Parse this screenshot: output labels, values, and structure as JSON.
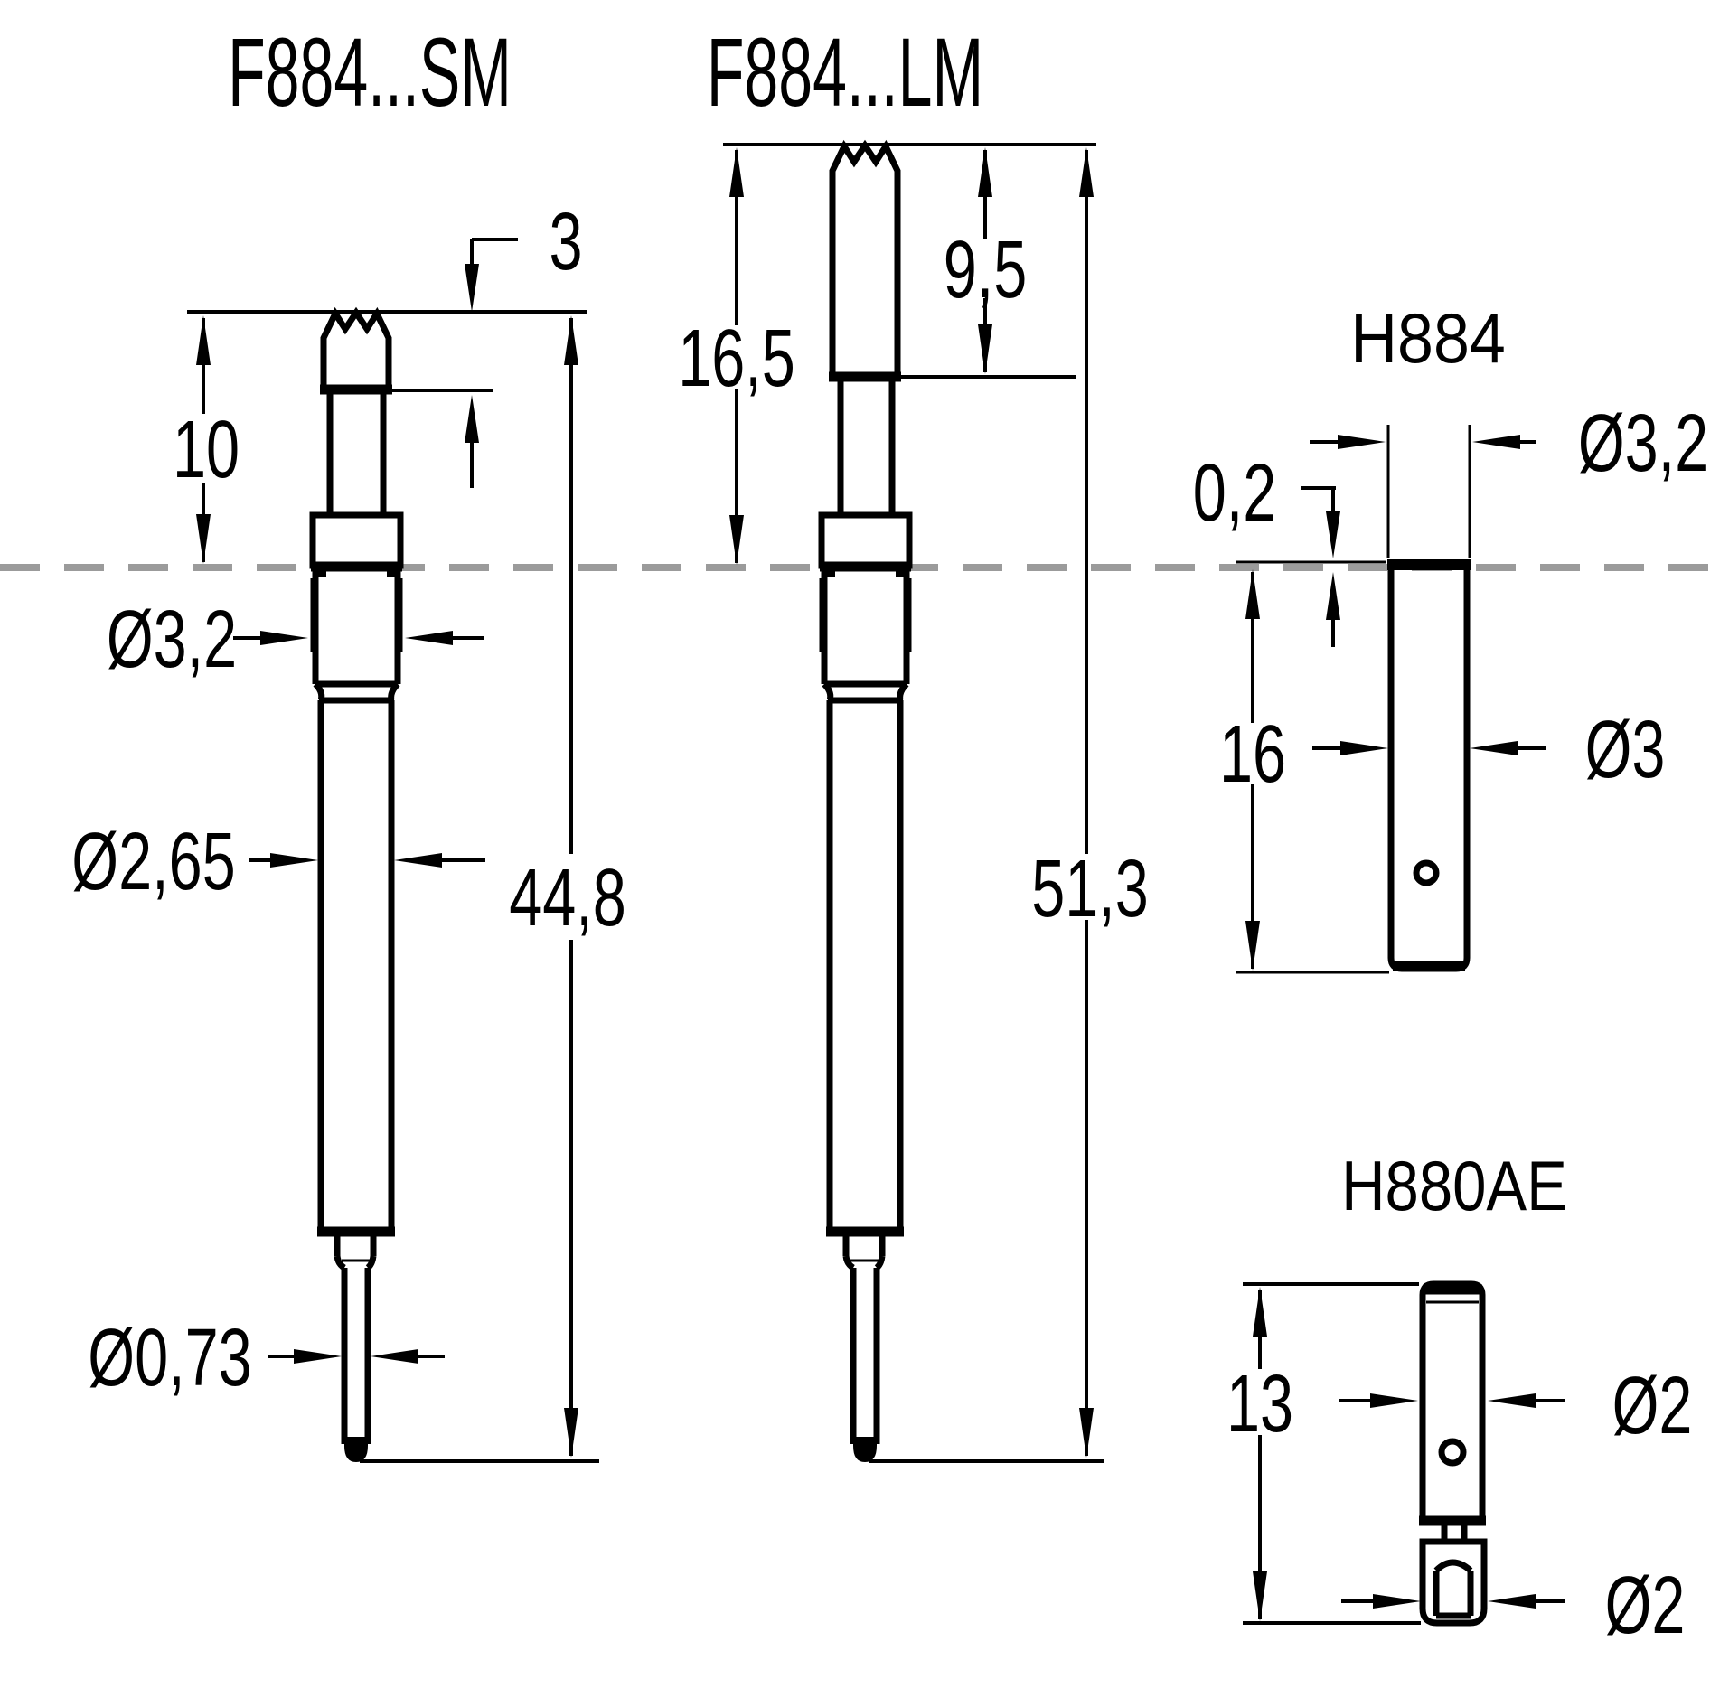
{
  "figures": {
    "sm": {
      "title": "F884...SM",
      "dims": {
        "tip_len": "3",
        "above_plate": "10",
        "sleeve_dia": "Ø3,2",
        "barrel_dia": "Ø2,65",
        "pin_dia": "Ø0,73",
        "total_len": "44,8"
      }
    },
    "lm": {
      "title": "F884...LM",
      "dims": {
        "above_plate": "16,5",
        "tip_len": "9,5",
        "total_len": "51,3"
      }
    },
    "h884": {
      "title": "H884",
      "dims": {
        "collar_thk": "0,2",
        "body_len": "16",
        "collar_dia": "Ø3,2",
        "body_dia": "Ø3"
      }
    },
    "h880ae": {
      "title": "H880AE",
      "dims": {
        "body_len": "13",
        "body_dia": "Ø2",
        "cup_dia": "Ø2"
      }
    }
  },
  "colors": {
    "line": "#000000",
    "plate": "#9b9b9b",
    "bg": "#ffffff"
  }
}
